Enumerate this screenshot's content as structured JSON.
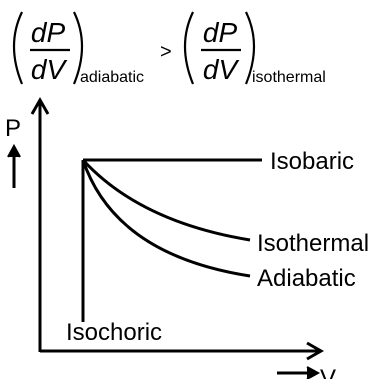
{
  "formula": {
    "left": {
      "numerator": "dP",
      "denominator": "dV",
      "subscript": "adiabatic"
    },
    "operator": ">",
    "right": {
      "numerator": "dP",
      "denominator": "dV",
      "subscript": "isothermal"
    }
  },
  "axes": {
    "y_label": "P",
    "x_label": "V"
  },
  "curves": {
    "isobaric": "Isobaric",
    "isothermal": "Isothermal",
    "adiabatic": "Adiabatic",
    "isochoric": "Isochoric"
  },
  "colors": {
    "ink": "#000000",
    "background": "#ffffff"
  }
}
